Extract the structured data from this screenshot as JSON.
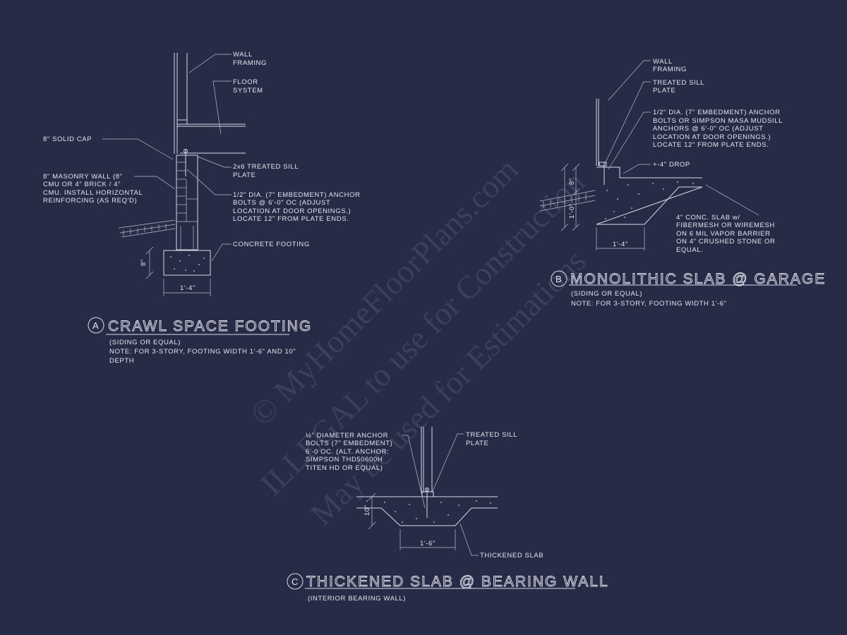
{
  "watermark": {
    "line1": "© MyHomeFloorPlans.com",
    "line2": "ILLEGAL to use for Construction",
    "line3": "May be used for Estimations"
  },
  "detail_a": {
    "marker": "A",
    "title": "CRAWL SPACE FOOTING",
    "subtitle": "(SIDING OR EQUAL)",
    "note_lines": [
      "NOTE: FOR 3-STORY, FOOTING WIDTH 1'-6\" AND 10\"",
      "DEPTH"
    ],
    "labels": {
      "wall_framing": [
        "WALL",
        "FRAMING"
      ],
      "floor_system": [
        "FLOOR",
        "SYSTEM"
      ],
      "solid_cap": "8\" SOLID CAP",
      "masonry_wall": [
        "8\" MASONRY WALL (8\"",
        "CMU OR 4\" BRICK / 4\"",
        "CMU. INSTALL HORIZONTAL",
        "REINFORCING (AS REQ'D)"
      ],
      "sill_plate": [
        "2x6 TREATED SILL",
        "PLATE"
      ],
      "anchor": [
        "1/2\" DIA. (7\" EMBEDMENT) ANCHOR",
        "BOLTS @ 6'-0\" OC (ADJUST",
        "LOCATION AT DOOR OPENINGS.)",
        "LOCATE 12\" FROM PLATE ENDS."
      ],
      "footing": "CONCRETE FOOTING"
    },
    "dims": {
      "height": "8\"",
      "width": "1'-4\""
    }
  },
  "detail_b": {
    "marker": "B",
    "title": "MONOLITHIC SLAB @ GARAGE",
    "subtitle": "(SIDING OR EQUAL)",
    "note": "NOTE: FOR 3-STORY, FOOTING WIDTH 1'-6\"",
    "labels": {
      "wall_framing": [
        "WALL",
        "FRAMING"
      ],
      "sill_plate": [
        "TREATED SILL",
        "PLATE"
      ],
      "anchor": [
        "1/2\" DIA. (7\" EMBEDMENT) ANCHOR",
        "BOLTS OR SIMPSON MASA MUDSILL",
        "ANCHORS @ 6'-0\" OC (ADJUST",
        "LOCATION AT DOOR OPENINGS.)",
        "LOCATE 12\" FROM PLATE ENDS."
      ],
      "drop": "+-4\" DROP",
      "slab": [
        "4\" CONC. SLAB w/",
        "FIBERMESH OR WIREMESH",
        "ON 6 MIL VAPOR BARRIER",
        "ON 4\" CRUSHED STONE OR",
        "EQUAL."
      ]
    },
    "dims": {
      "upper": "8\"",
      "total": "1'-0\"",
      "width": "1'-4\""
    }
  },
  "detail_c": {
    "marker": "C",
    "title": "THICKENED SLAB @ BEARING WALL",
    "subtitle": "(INTERIOR BEARING WALL)",
    "labels": {
      "anchor": [
        "½\" DIAMETER ANCHOR",
        "BOLTS (7\" EMBEDMENT)",
        "6'-0 OC. (ALT. ANCHOR:",
        "SIMPSON THD50600H",
        "TITEN HD OR EQUAL)"
      ],
      "sill_plate": [
        "TREATED SILL",
        "PLATE"
      ],
      "thickened": "THICKENED SLAB"
    },
    "dims": {
      "depth": "10\"",
      "width": "1'-6\""
    }
  }
}
